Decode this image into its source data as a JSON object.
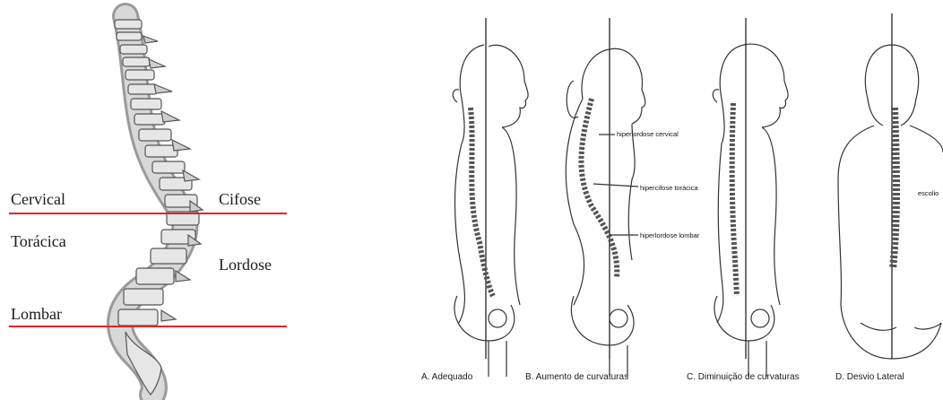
{
  "spine_labels": {
    "cervical": "Cervical",
    "toracica": "Torácica",
    "lombar": "Lombar",
    "cifose": "Cifose",
    "lordose": "Lordose"
  },
  "annotations": {
    "hiperlordose_cervical": "hiperlordose cervical",
    "hipercifose_toracica": "hipercifose torácica",
    "hiperlordose_lombar": "hiperlordose lombar",
    "escoliose_partial": "escolio"
  },
  "captions": {
    "a": "A. Adequado",
    "b": "B. Aumento de curvaturas",
    "c": "C. Diminuição de curvaturas",
    "d": "D. Desvio Lateral"
  },
  "colors": {
    "divider_red": "#e0242c",
    "bone": "#d8d8d8",
    "ink": "#1a1a1a"
  }
}
